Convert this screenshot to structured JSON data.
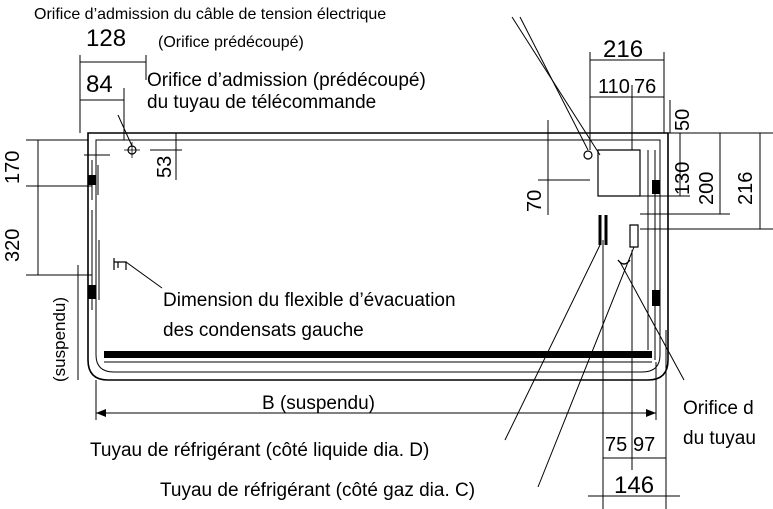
{
  "labels": {
    "power_cable_hole": "Orifice d’admission du câble de tension électrique",
    "knockout_note": "(Orifice prédécoupé)",
    "remote_pipe_hole_1": "Orifice d’admission (prédécoupé)",
    "remote_pipe_hole_2": "du tuyau de télécommande",
    "drain_hose_1": "Dimension du flexible d’évacuation",
    "drain_hose_2": "des condensats gauche",
    "width_b": "B (suspendu)",
    "liquid_pipe": "Tuyau de réfrigérant (côté liquide dia. D)",
    "gas_pipe": "Tuyau de réfrigérant (côté gaz dia. C)",
    "right_cut_1": "Orifice d",
    "right_cut_2": "du tuyau",
    "suspended_vertical": "(suspendu)"
  },
  "dimensions": {
    "d128": "128",
    "d84": "84",
    "d53": "53",
    "d170": "170",
    "d320": "320",
    "d70": "70",
    "d216_top": "216",
    "d110": "110",
    "d76": "76",
    "d50": "50",
    "d130": "130",
    "d200": "200",
    "d216_right": "216",
    "d75": "75",
    "d97": "97",
    "d146": "146"
  }
}
